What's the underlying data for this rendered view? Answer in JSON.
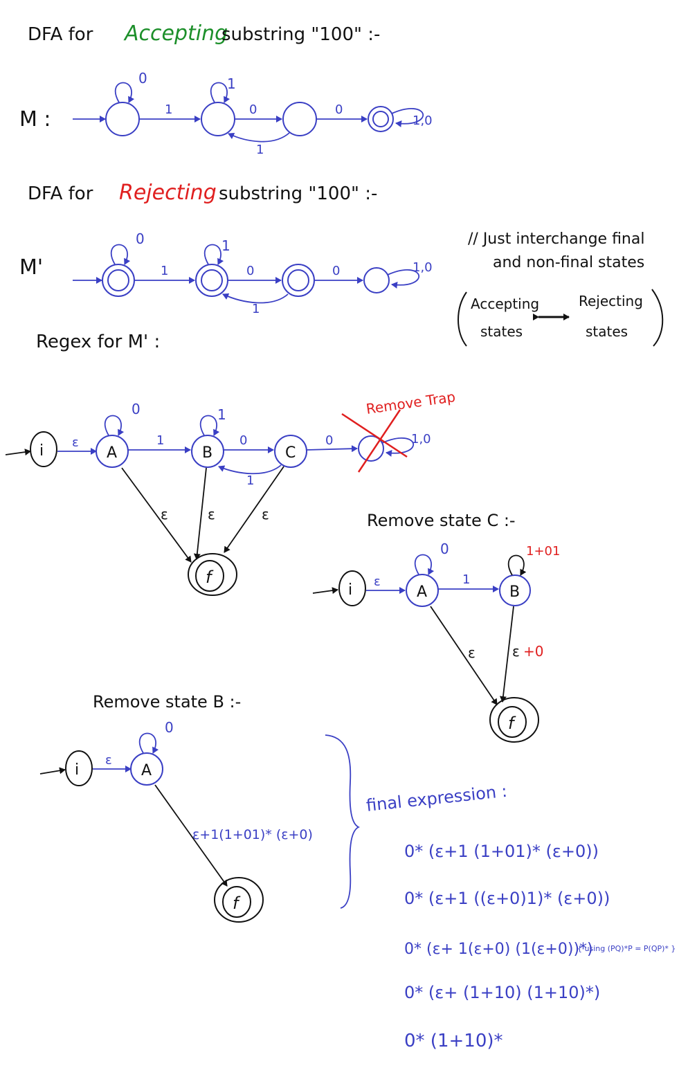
{
  "headings": {
    "accept_prefix": "DFA for",
    "accept_word": "Accepting",
    "accept_suffix": "substring \"100\" :-",
    "reject_prefix": "DFA for",
    "reject_word": "Rejecting",
    "reject_suffix": "substring \"100\" :-",
    "regex_title": "Regex for M' :",
    "remove_c": "Remove state C :-",
    "remove_b": "Remove state B :-"
  },
  "machine_m": {
    "name": "M :",
    "loops": [
      "0",
      "1",
      "1,0"
    ],
    "transitions": [
      "1",
      "0",
      "0"
    ],
    "back_transition": "1"
  },
  "machine_m_prime": {
    "name": "M'",
    "loops": [
      "0",
      "1",
      "1,0"
    ],
    "transitions": [
      "1",
      "0",
      "0"
    ],
    "back_transition": "1"
  },
  "note": {
    "line1": "// Just interchange final",
    "line2": "and non-final states",
    "left_top": "Accepting",
    "left_bottom": "states",
    "right_top": "Rejecting",
    "right_bottom": "states"
  },
  "gnfa_full": {
    "initial": "i",
    "final": "f",
    "states": [
      "A",
      "B",
      "C"
    ],
    "eps": "ε",
    "loop_a": "0",
    "loop_b": "1",
    "loop_trap": "1,0",
    "ab": "1",
    "bc": "0",
    "cb": "1",
    "c_trap": "0",
    "remove_trap": "Remove Trap"
  },
  "gnfa_no_c": {
    "initial": "i",
    "final": "f",
    "eps": "ε",
    "state_a": "A",
    "state_b": "B",
    "loop_a": "0",
    "loop_b": "1+01",
    "ab": "1",
    "b_final_eps": "ε",
    "b_final_plus": "+0"
  },
  "gnfa_no_b": {
    "initial": "i",
    "final": "f",
    "eps": "ε",
    "state_a": "A",
    "loop_a": "0",
    "a_final": "ε+1(1+01)* (ε+0)"
  },
  "final_expression": {
    "label": "final expression :",
    "steps": [
      "0* (ε+1 (1+01)* (ε+0))",
      "0* (ε+1 ((ε+0)1)* (ε+0))",
      "0* (ε+ 1(ε+0) (1(ε+0))*)",
      "0* (ε+ (1+10) (1+10)*)",
      "0* (1+10)*"
    ],
    "using_note": "{ using (PQ)*P = P(QP)* }"
  },
  "colors": {
    "ink": "#111111",
    "blue": "#3a3fc4",
    "green": "#1c8f2a",
    "red": "#e01f1f"
  }
}
